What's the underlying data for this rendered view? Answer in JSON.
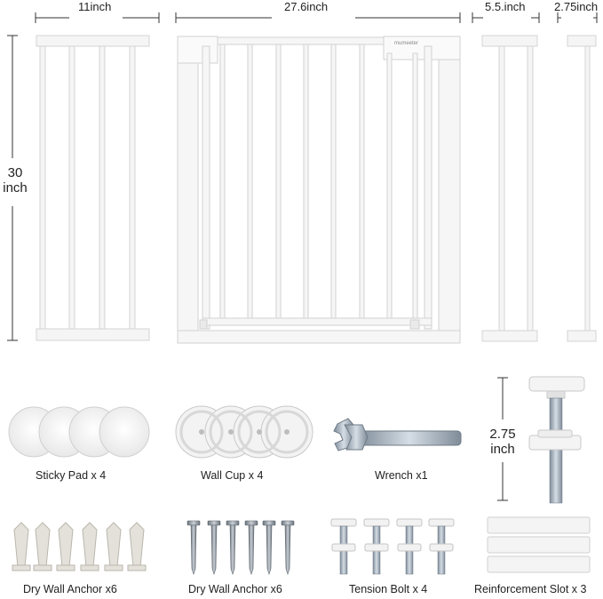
{
  "dimensions": {
    "ext_11": "11inch",
    "gate_width": "27.6inch",
    "ext_5_5": "5.5.inch",
    "ext_2_75": "2.75inch",
    "height_value": "30",
    "height_unit": "inch",
    "bolt_value": "2.75",
    "bolt_unit": "inch"
  },
  "brand": "mumeeter",
  "accessories": {
    "sticky_pad": "Sticky Pad x 4",
    "wall_cup": "Wall Cup x 4",
    "wrench": "Wrench x1",
    "anchor_plastic": "Dry Wall Anchor x6",
    "anchor_screw": "Dry Wall Anchor x6",
    "tension_bolt": "Tension Bolt x 4",
    "reinforcement_slot": "Reinforcement Slot x 3"
  },
  "colors": {
    "frame": "#f4f4f4",
    "frame_stroke": "#d8d8d8",
    "metal": "#9aa7b4",
    "line": "#333333"
  }
}
